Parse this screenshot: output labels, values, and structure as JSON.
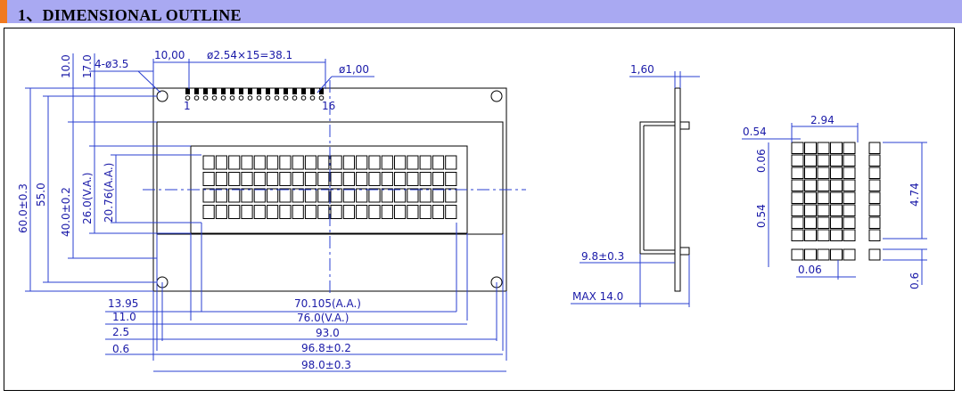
{
  "header": {
    "title": "1、DIMENSIONAL  OUTLINE",
    "accent_color": "#f07a20",
    "bar_color": "#a9a9f2"
  },
  "dims": {
    "d10_00": "10,00",
    "pitch": "ø2.54×15=38.1",
    "d10_0": "10.0",
    "d17_0": "17.0",
    "holes": "4-ø3.5",
    "pin_dia": "ø1,00",
    "pin1": "1",
    "pin16": "16",
    "h60": "60.0±0.3",
    "h55": "55.0",
    "h40": "40.0±0.2",
    "h26": "26.0(V.A.)",
    "h20_76": "20.76(A.A.)",
    "w13_95": "13.95",
    "w11_0": "11.0",
    "w2_5": "2.5",
    "w0_6": "0.6",
    "w70_105": "70.105(A.A.)",
    "w76": "76.0(V.A.)",
    "w93": "93.0",
    "w96_8": "96.8±0.2",
    "w98": "98.0±0.3",
    "t1_60": "1,60",
    "t9_8": "9.8±0.3",
    "tmax": "MAX  14.0",
    "c2_94": "2.94",
    "c0_54a": "0.54",
    "c0_06a": "0.06",
    "c0_54b": "0.54",
    "c4_74": "4.74",
    "c0_06b": "0.06",
    "c0_6": "0.6"
  }
}
